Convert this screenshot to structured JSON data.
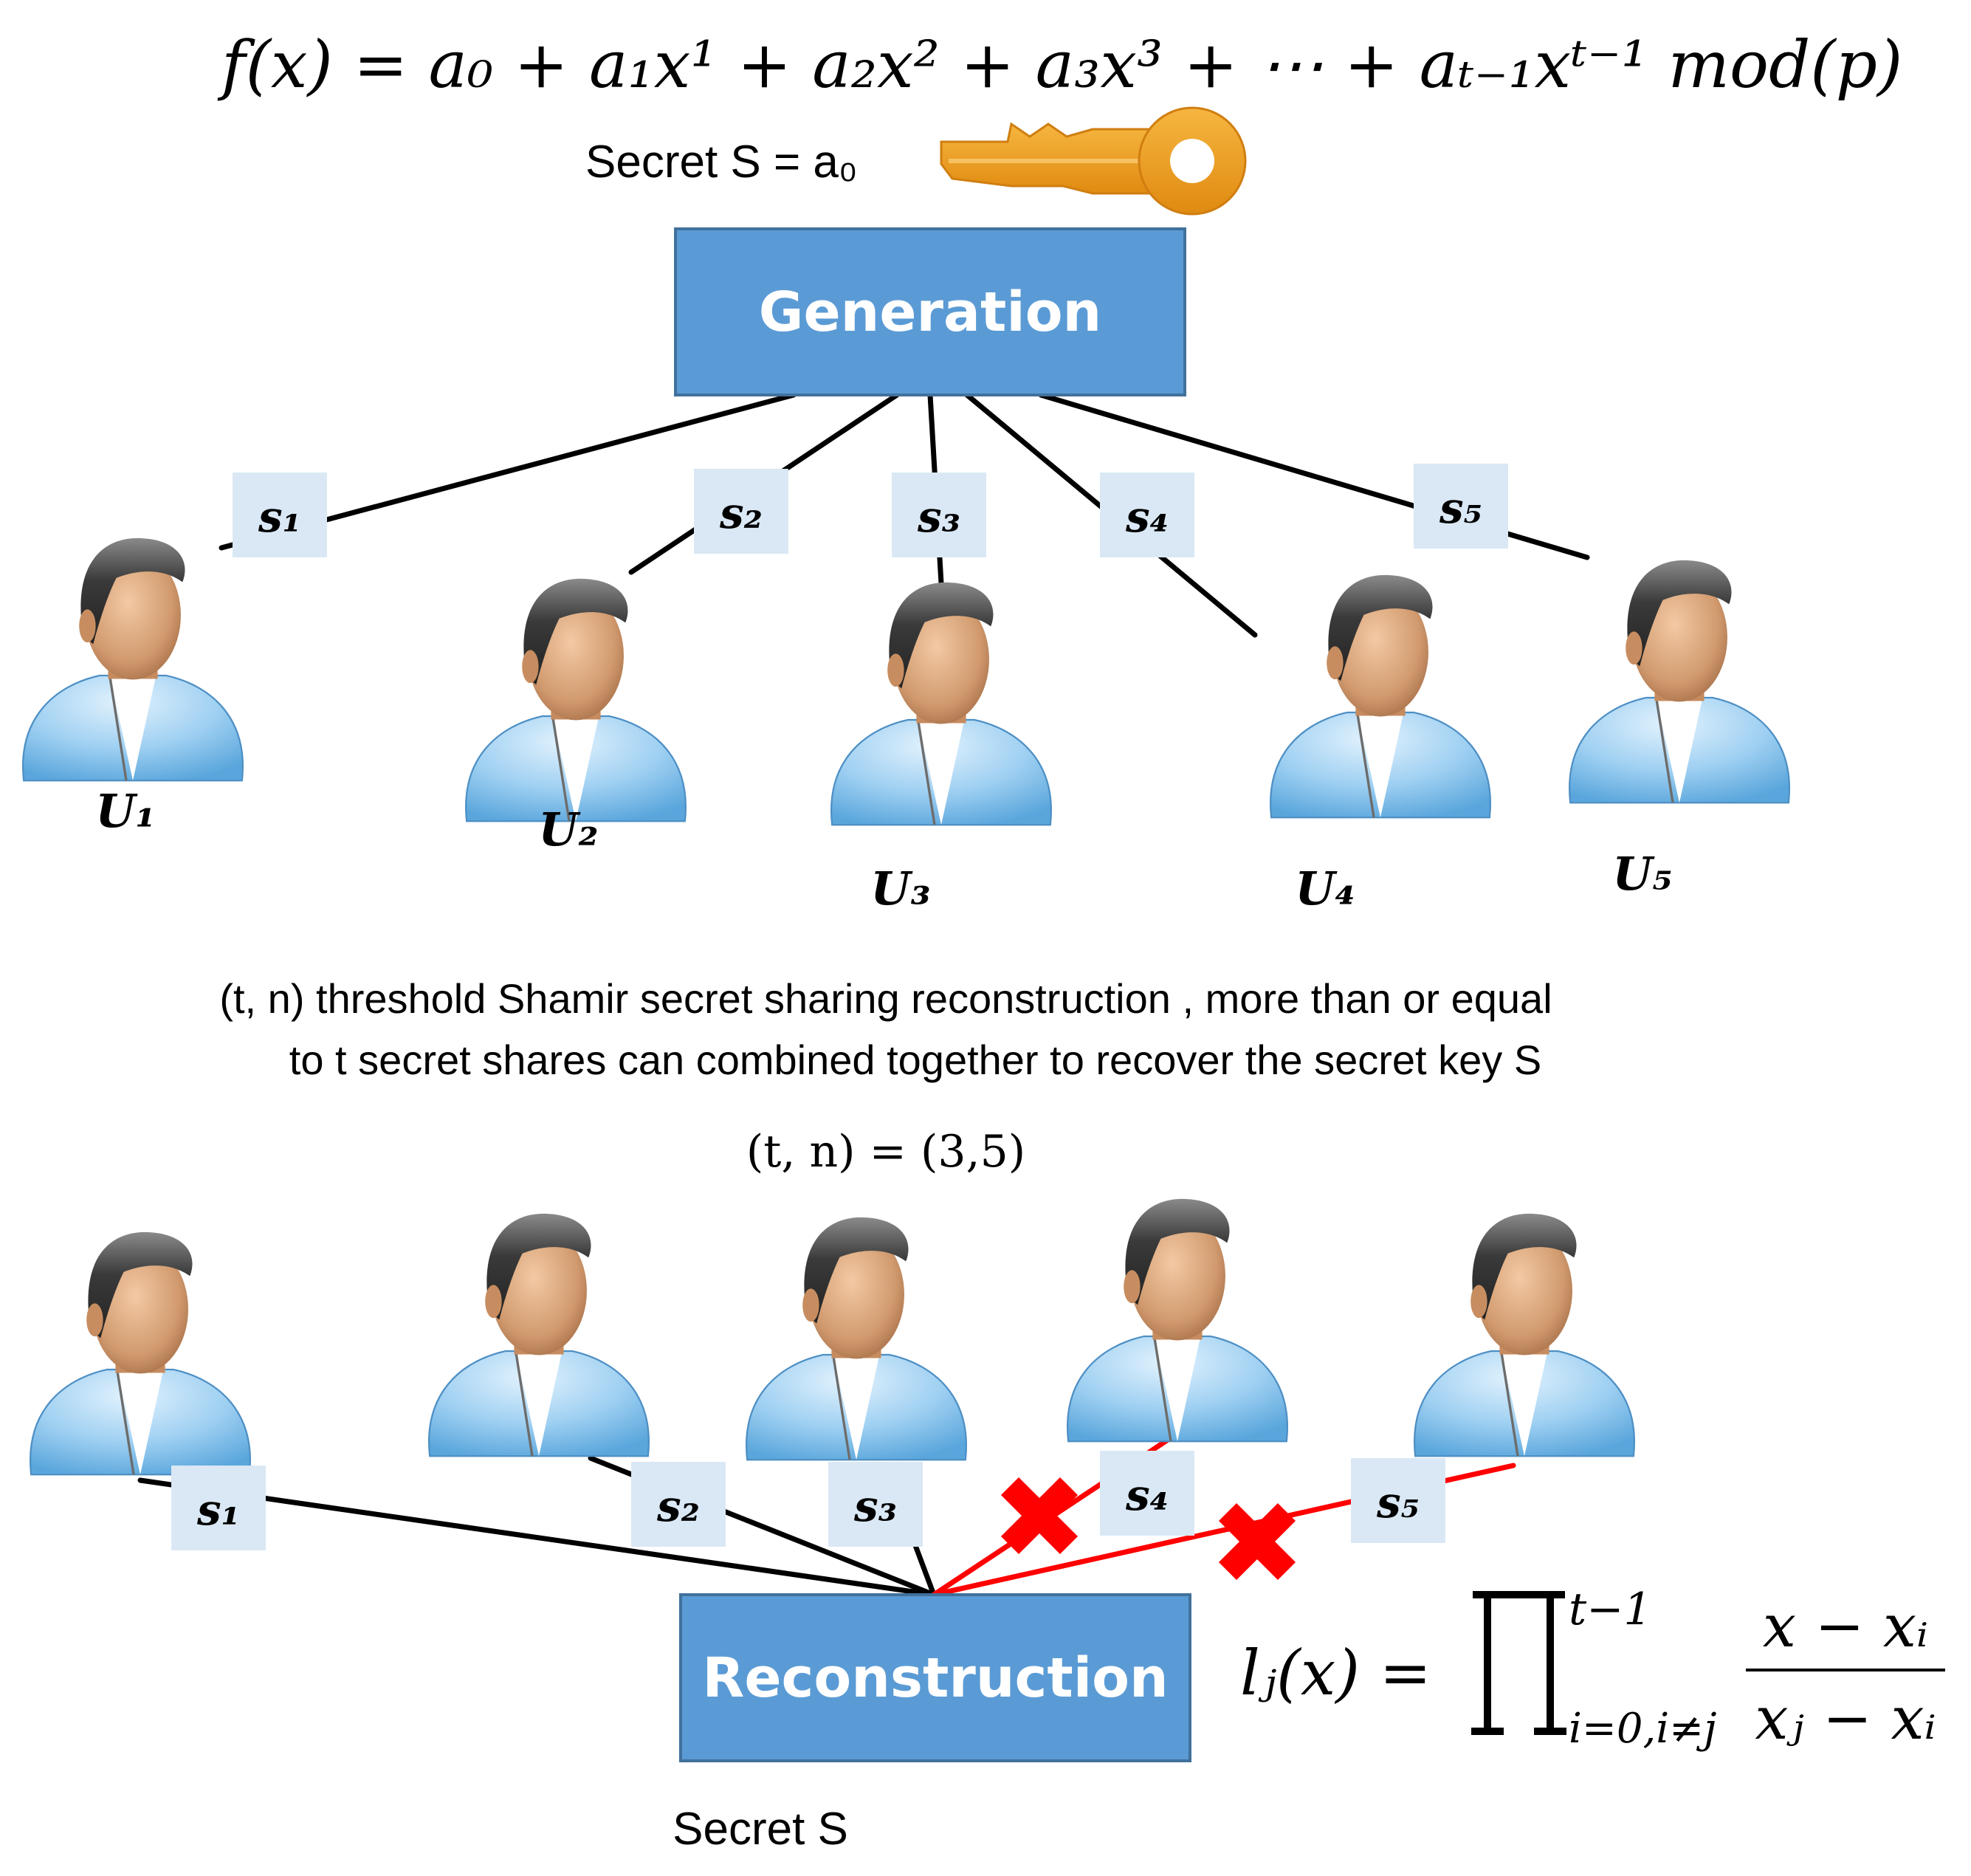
{
  "formula": {
    "polynomial": "f(x) = a₀ + a₁x¹ + a₂x² + a₃x³ + ⋯ + aₜ₋₁xᵗ⁻¹ mod(p)",
    "secret": "Secret S = a₀",
    "lagrange_lhs": "lⱼ(x) =",
    "lagrange_upper": "t−1",
    "lagrange_lower": "i=0,i≠j",
    "lagrange_num": "x − xᵢ",
    "lagrange_den": "xⱼ − xᵢ"
  },
  "generation": {
    "label": "Generation"
  },
  "reconstruction": {
    "label": "Reconstruction",
    "secret_label": "Secret S"
  },
  "users": [
    "U₁",
    "U₂",
    "U₃",
    "U₄",
    "U₅"
  ],
  "shares": [
    "s₁",
    "s₂",
    "s₃",
    "s₄",
    "s₅"
  ],
  "description": {
    "line1": "(t, n) threshold Shamir secret sharing reconstruction , more than or equal",
    "line2": "to t secret shares can combined together to recover the secret key S"
  },
  "threshold": "(t, n) = (3,5)",
  "colors": {
    "box_fill": "#5b9bd5",
    "box_stroke": "#41719c",
    "share_fill": "#dae8f5",
    "key": "#f0a020",
    "rejected_line": "#ff0000",
    "shirt": "#9fd0f2",
    "hair": "#4a4a4a",
    "skin": "#d8a47a"
  },
  "icons": [
    "key-icon",
    "user-icon",
    "cross-icon"
  ]
}
